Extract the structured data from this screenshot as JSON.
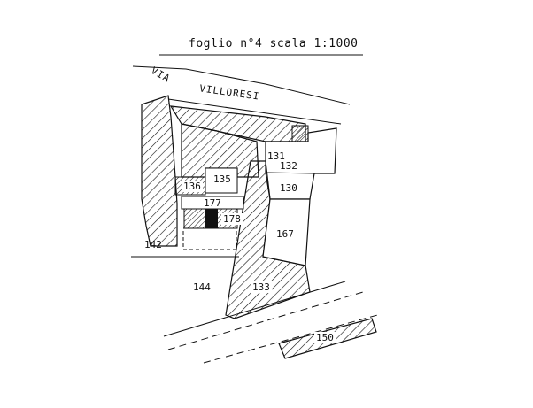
{
  "header": {
    "title": "foglio n°4   scala  1:1000"
  },
  "streets": [
    {
      "part1": "VIA",
      "part2": "VILLORESI"
    }
  ],
  "parcels": [
    "130",
    "131",
    "132",
    "133",
    "135",
    "136",
    "142",
    "144",
    "150",
    "167",
    "177",
    "178"
  ]
}
